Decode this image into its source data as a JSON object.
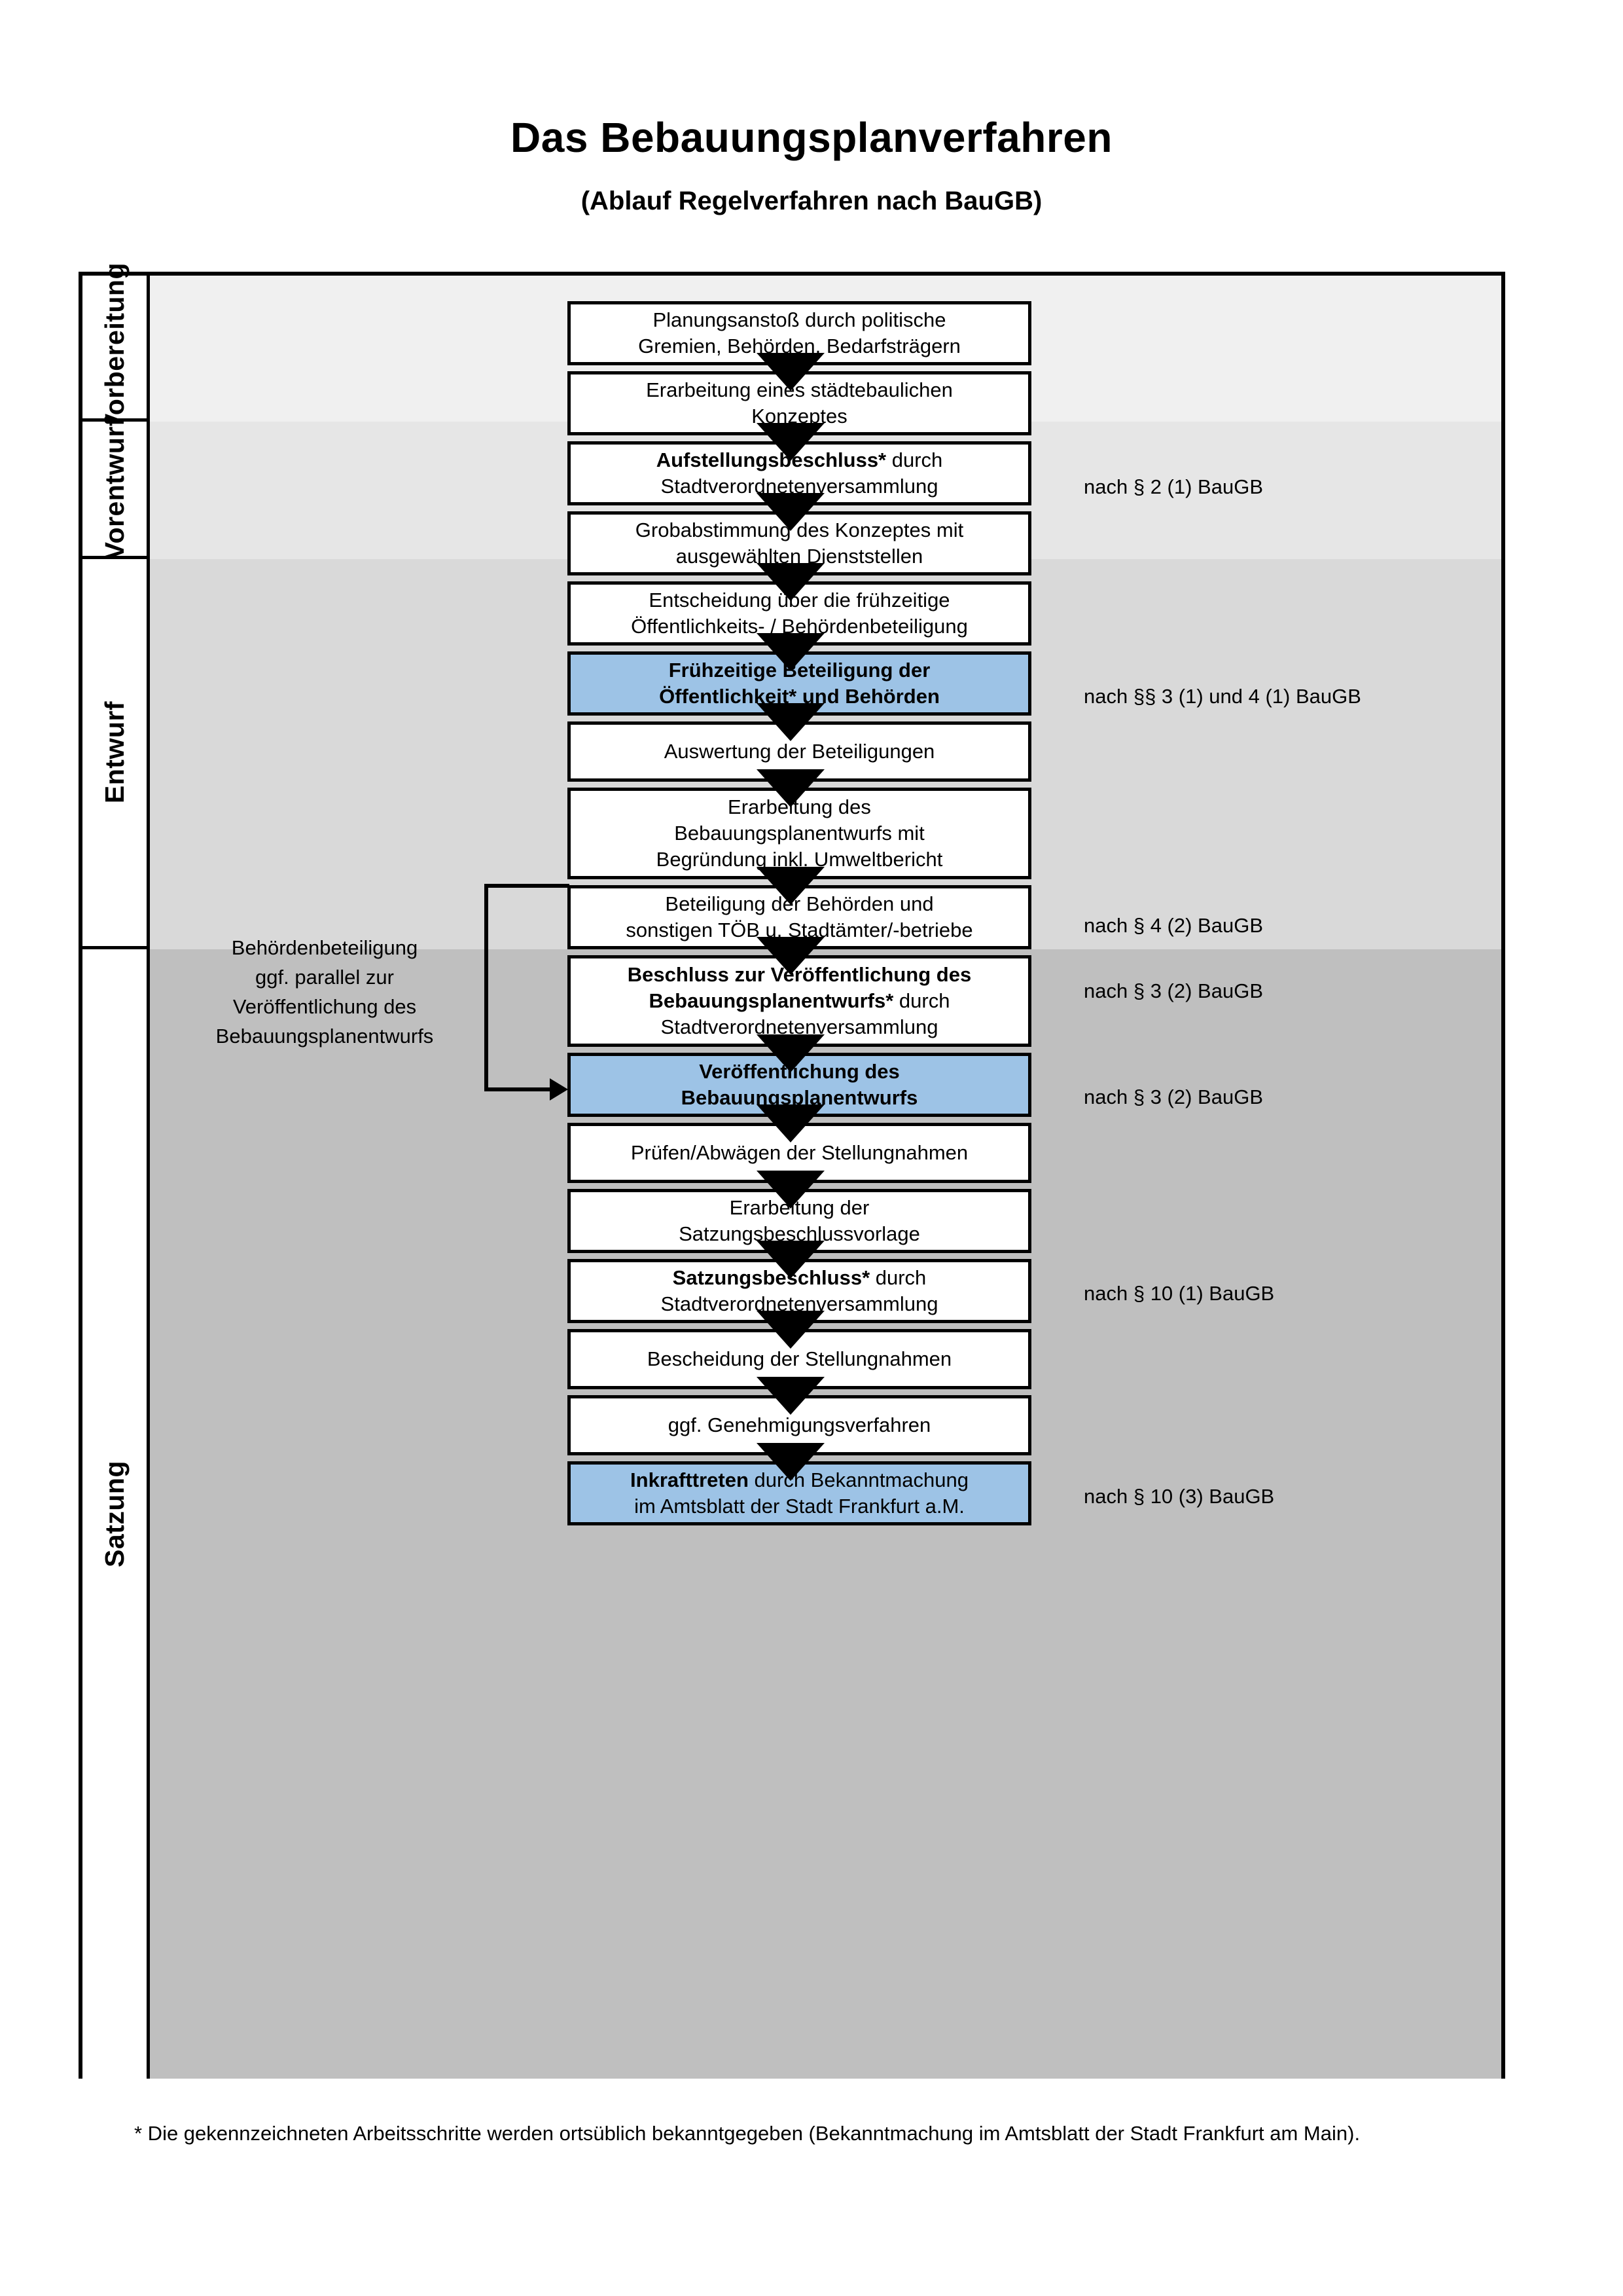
{
  "header": {
    "title": "Das Bebauungsplanverfahren",
    "subtitle": "(Ablauf Regelverfahren nach BauGB)"
  },
  "colors": {
    "highlight_blue": "#9DC3E6",
    "band_vorbereitung": "#F0F0F0",
    "band_vorentwurf": "#E6E6E6",
    "band_entwurf": "#D9D9D9",
    "band_satzung": "#BFBFBF",
    "box_fill": "#FFFFFF",
    "stroke": "#000000"
  },
  "phases": [
    {
      "id": "vorbereitung",
      "label": "Vorbereitung"
    },
    {
      "id": "vorentwurf",
      "label": "Vorentwurf"
    },
    {
      "id": "entwurf",
      "label": "Entwurf"
    },
    {
      "id": "satzung",
      "label": "Satzung"
    }
  ],
  "steps": [
    {
      "id": "s1",
      "phase": "vorbereitung",
      "line1": "Planungsanstoß durch politische",
      "line2": "Gremien, Behörden, Bedarfsträgern",
      "style": "plain"
    },
    {
      "id": "s2",
      "phase": "vorbereitung",
      "line1": "Erarbeitung eines städtebaulichen",
      "line2": "Konzeptes",
      "style": "plain"
    },
    {
      "id": "s3",
      "phase": "vorbereitung",
      "bold_part": "Aufstellungsbeschluss*",
      "rest": " durch",
      "line2": "Stadtverordnetenversammlung",
      "style": "mixed"
    },
    {
      "id": "s4",
      "phase": "vorentwurf",
      "line1": "Grobabstimmung des Konzeptes mit",
      "line2": "ausgewählten Dienststellen",
      "style": "plain"
    },
    {
      "id": "s5",
      "phase": "vorentwurf",
      "line1": "Entscheidung über die frühzeitige",
      "line2": "Öffentlichkeits- / Behördenbeteiligung",
      "style": "plain"
    },
    {
      "id": "s6",
      "phase": "vorentwurf",
      "line1": "Frühzeitige Beteiligung der",
      "line2": "Öffentlichkeit* und Behörden",
      "style": "blue-bold"
    },
    {
      "id": "s7",
      "phase": "entwurf",
      "line1": "Auswertung der Beteiligungen",
      "line2": "",
      "style": "plain"
    },
    {
      "id": "s8",
      "phase": "entwurf",
      "line1": "Erarbeitung des",
      "line2": "Bebauungsplanentwurfs mit",
      "line3": "Begründung inkl. Umweltbericht",
      "style": "plain"
    },
    {
      "id": "s9",
      "phase": "entwurf",
      "line1": "Beteiligung der Behörden und",
      "line2": "sonstigen TÖB u. Stadtämter/-betriebe",
      "style": "plain"
    },
    {
      "id": "s10",
      "phase": "entwurf",
      "bold_part": "Beschluss zur Veröffentlichung des Bebauungsplanentwurfs*",
      "rest": " durch",
      "line2": "Stadtverordnetenversammlung",
      "style": "mixed-wrap"
    },
    {
      "id": "s11",
      "phase": "entwurf",
      "line1": "Veröffentlichung des",
      "line2": "Bebauungsplanentwurfs",
      "style": "blue-bold"
    },
    {
      "id": "s12",
      "phase": "satzung",
      "line1": "Prüfen/Abwägen der Stellungnahmen",
      "line2": "",
      "style": "plain"
    },
    {
      "id": "s13",
      "phase": "satzung",
      "line1": "Erarbeitung der",
      "line2": "Satzungsbeschlussvorlage",
      "style": "plain"
    },
    {
      "id": "s14",
      "phase": "satzung",
      "bold_part": "Satzungsbeschluss*",
      "rest": " durch",
      "line2": "Stadtverordnetenversammlung",
      "style": "mixed"
    },
    {
      "id": "s15",
      "phase": "satzung",
      "line1": "Bescheidung der Stellungnahmen",
      "line2": "",
      "style": "plain"
    },
    {
      "id": "s16",
      "phase": "satzung",
      "line1": "ggf. Genehmigungsverfahren",
      "line2": "",
      "style": "plain"
    },
    {
      "id": "s17",
      "phase": "satzung",
      "bold_part": "Inkrafttreten",
      "rest": " durch Bekanntmachung",
      "line2": "im Amtsblatt der Stadt Frankfurt a.M.",
      "style": "blue-mixed"
    }
  ],
  "side_note": {
    "line1": "Behördenbeteiligung",
    "line2": "ggf. parallel zur",
    "line3": "Veröffentlichung des",
    "line4": "Bebauungsplanentwurfs"
  },
  "legal_refs": [
    {
      "id": "l1",
      "text": "nach § 2 (1) BauGB",
      "for_step": "s3"
    },
    {
      "id": "l2",
      "text": "nach §§ 3 (1) und 4 (1) BauGB",
      "for_step": "s6"
    },
    {
      "id": "l3",
      "text": "nach § 4 (2) BauGB",
      "for_step": "s9"
    },
    {
      "id": "l4",
      "text": "nach § 3 (2) BauGB",
      "for_step": "s10"
    },
    {
      "id": "l5",
      "text": "nach § 3 (2) BauGB",
      "for_step": "s11"
    },
    {
      "id": "l6",
      "text": "nach § 10 (1) BauGB",
      "for_step": "s14"
    },
    {
      "id": "l7",
      "text": "nach § 10 (3) BauGB",
      "for_step": "s17"
    }
  ],
  "footnote": {
    "text": "* Die gekennzeichneten Arbeitsschritte werden ortsüblich bekanntgegeben (Bekanntmachung im Amtsblatt  der Stadt Frankfurt am Main)."
  }
}
